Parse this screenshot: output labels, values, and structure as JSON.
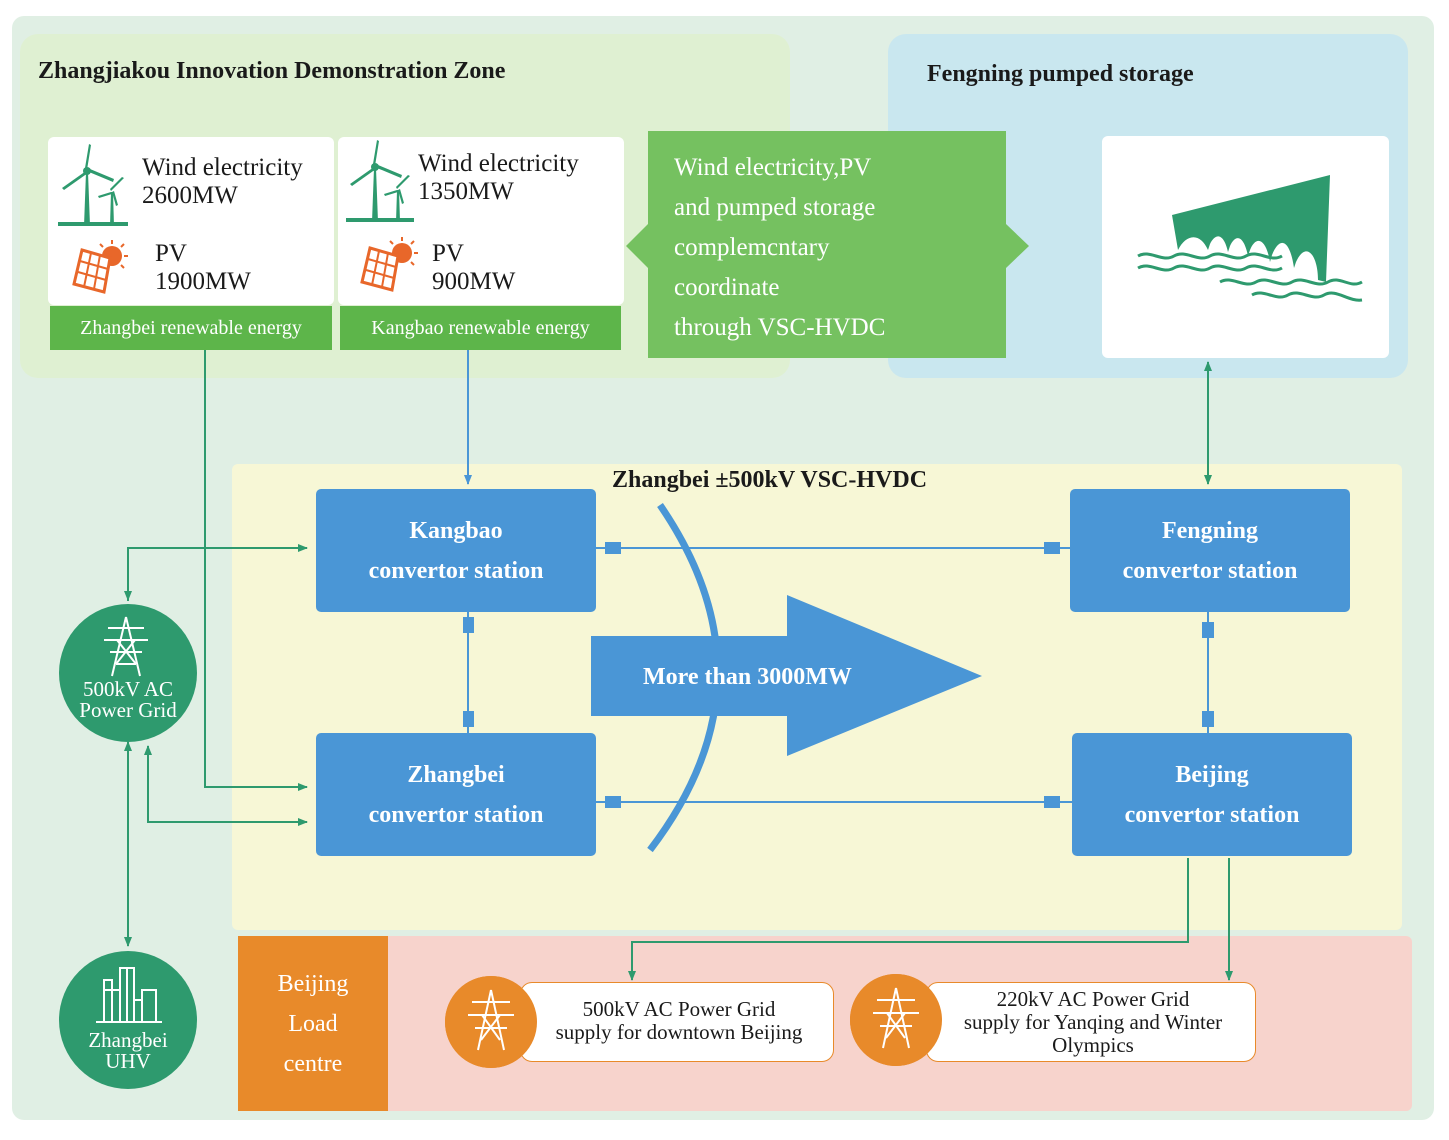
{
  "zones": {
    "zhangjiakou_title": "Zhangjiakou Innovation Demonstration Zone",
    "fengning_title": "Fengning pumped storage",
    "hvdc_title": "Zhangbei ±500kV VSC-HVDC"
  },
  "zhangbei_re": {
    "wind_label": "Wind electricity",
    "wind_value": "2600MW",
    "pv_label": "PV",
    "pv_value": "1900MW",
    "footer": "Zhangbei renewable energy"
  },
  "kangbao_re": {
    "wind_label": "Wind electricity",
    "wind_value": "1350MW",
    "pv_label": "PV",
    "pv_value": "900MW",
    "footer": "Kangbao renewable energy"
  },
  "callout": {
    "line1": "Wind electricity,PV",
    "line2": "and pumped storage",
    "line3": "complemcntary",
    "line4": "coordinate",
    "line5": "through VSC-HVDC"
  },
  "stations": {
    "kangbao": {
      "line1": "Kangbao",
      "line2": "convertor station"
    },
    "zhangbei": {
      "line1": "Zhangbei",
      "line2": "convertor station"
    },
    "fengning": {
      "line1": "Fengning",
      "line2": "convertor station"
    },
    "beijing": {
      "line1": "Beijing",
      "line2": "convertor station"
    }
  },
  "flow_arrow_label": "More than 3000MW",
  "ac_grid": {
    "line1": "500kV AC",
    "line2": "Power Grid"
  },
  "uhv": {
    "line1": "Zhangbei",
    "line2": "UHV"
  },
  "load_centre": {
    "line1": "Beijing",
    "line2": "Load",
    "line3": "centre"
  },
  "supply_500": {
    "line1": "500kV AC Power Grid",
    "line2": "supply for downtown Beijing"
  },
  "supply_220": {
    "line1": "220kV AC Power Grid",
    "line2": "supply for Yanqing and Winter",
    "line3": "Olympics"
  },
  "icons": [
    "wind-turbine-icon",
    "solar-panel-icon",
    "dam-icon",
    "transmission-tower-icon",
    "uhv-substation-icon"
  ],
  "colors": {
    "station_blue": "#4a96d6",
    "renewable_green": "#5db54a",
    "callout_green": "#75c160",
    "teal": "#2e9a6e",
    "orange": "#e88a2a",
    "line_blue": "#4a96d6",
    "line_green": "#2e9a6e"
  }
}
